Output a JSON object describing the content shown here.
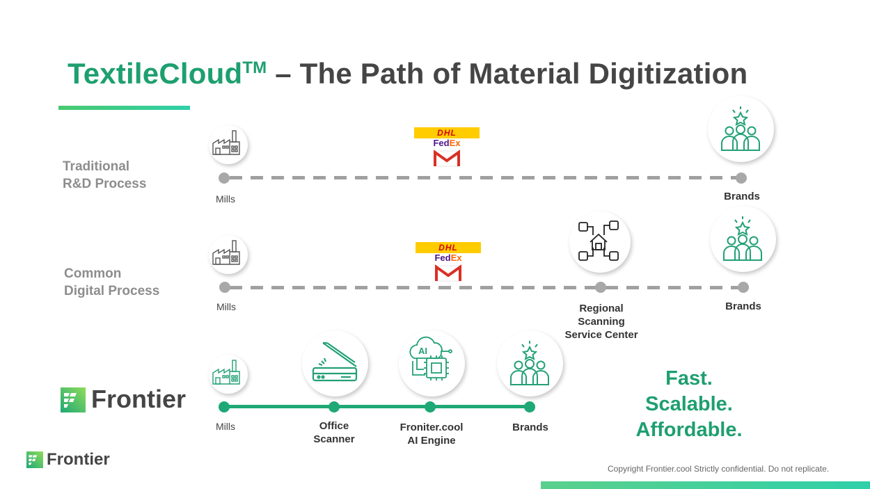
{
  "title": {
    "brand": "TextileCloud",
    "tm": "TM",
    "rest": " – The Path of Material Digitization"
  },
  "rows": {
    "traditional": {
      "label_line1": "Traditional",
      "label_line2": "R&D Process",
      "start_label": "Mills",
      "end_label": "Brands"
    },
    "digital": {
      "label_line1": "Common",
      "label_line2": "Digital Process",
      "start_label": "Mills",
      "mid_label_line1": "Regional",
      "mid_label_line2": "Scanning",
      "mid_label_line3": "Service Center",
      "end_label": "Brands"
    },
    "frontier": {
      "logo_text": "Frontier",
      "nodes": [
        {
          "line1": "Mills",
          "line2": ""
        },
        {
          "line1": "Office",
          "line2": "Scanner"
        },
        {
          "line1": "Froniter.cool",
          "line2": "AI Engine"
        },
        {
          "line1": "Brands",
          "line2": ""
        }
      ]
    }
  },
  "carriers": {
    "dhl": "DHL",
    "fedex_fe": "Fed",
    "fedex_ex": "Ex"
  },
  "slogan": [
    "Fast.",
    "Scalable.",
    "Affordable."
  ],
  "footer": {
    "logo_text": "Frontier",
    "copyright": "Copyright Frontier.cool Strictly confidential. Do not replicate."
  },
  "colors": {
    "green": "#1e9f70",
    "grey_line": "#a0a0a0",
    "text_dark": "#454545"
  },
  "icons": [
    "factory-icon",
    "shipping-logos-icon",
    "network-house-icon",
    "brands-group-icon",
    "scanner-icon",
    "ai-chip-icon",
    "frontier-logo-icon"
  ]
}
